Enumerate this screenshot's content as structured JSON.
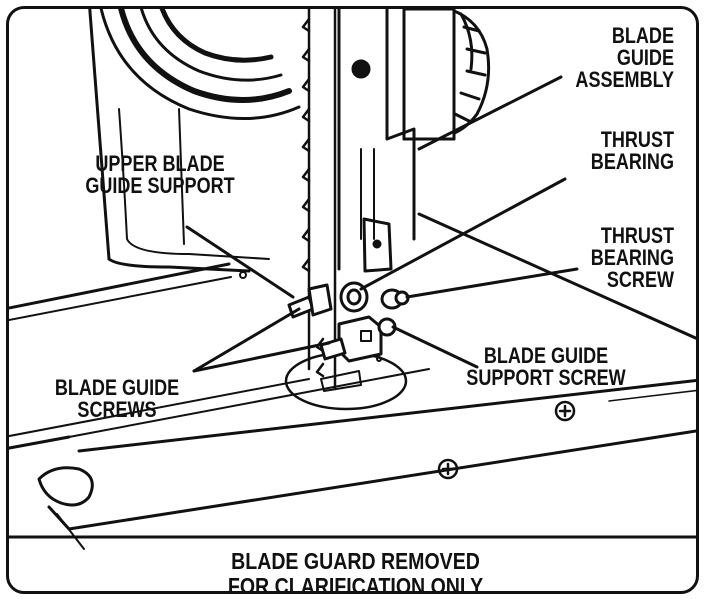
{
  "labels": {
    "blade_guide_assembly": [
      "BLADE",
      "GUIDE",
      "ASSEMBLY"
    ],
    "thrust_bearing": [
      "THRUST",
      "BEARING"
    ],
    "upper_blade_guide_support": [
      "UPPER BLADE",
      "GUIDE SUPPORT"
    ],
    "thrust_bearing_screw": [
      "THRUST",
      "BEARING",
      "SCREW"
    ],
    "blade_guide_support_screw": [
      "BLADE GUIDE",
      "SUPPORT SCREW"
    ],
    "blade_guide_screws": [
      "BLADE GUIDE",
      "SCREWS"
    ]
  },
  "caption": [
    "BLADE GUARD REMOVED",
    "FOR CLARIFICATION ONLY"
  ],
  "colors": {
    "ink": "#111111",
    "paper": "#ffffff"
  }
}
